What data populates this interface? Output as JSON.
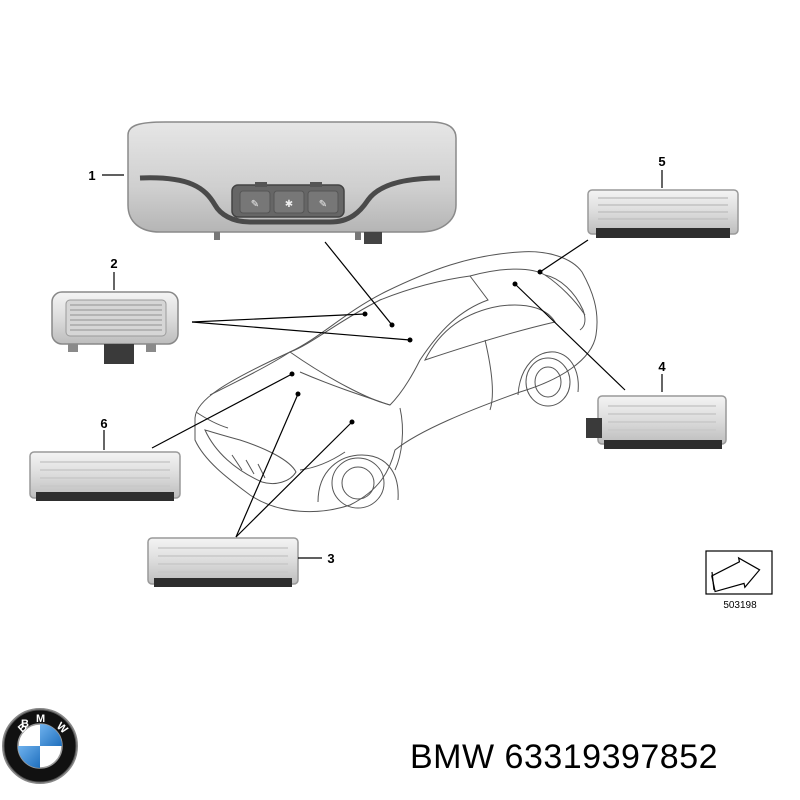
{
  "callouts": {
    "c1": "1",
    "c2": "2",
    "c3": "3",
    "c4": "4",
    "c5": "5",
    "c6": "6"
  },
  "reference_number": "503198",
  "logo": {
    "name": "bmw-roundel-logo",
    "text": "BMW",
    "colors": {
      "ring": "#111111",
      "blue": "#3a8ad6",
      "white": "#ffffff"
    }
  },
  "caption": "BMW 63319397852"
}
